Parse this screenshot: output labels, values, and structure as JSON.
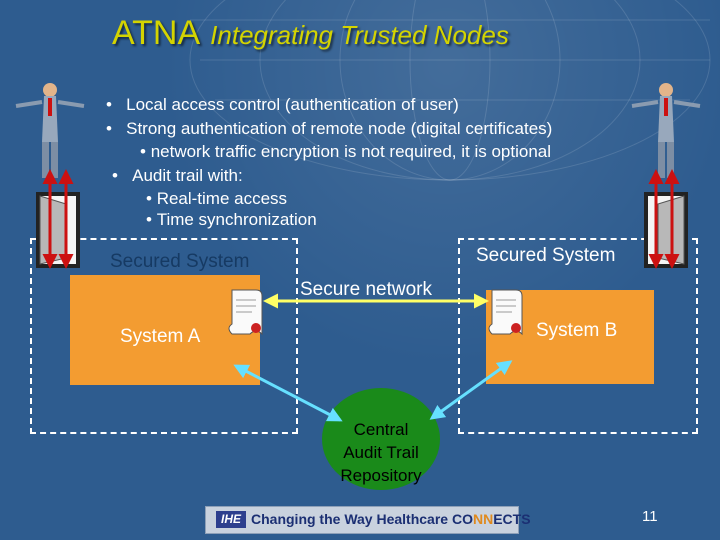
{
  "title": {
    "main": "ATNA",
    "sub": "Integrating Trusted Nodes"
  },
  "bullets": [
    {
      "marker": "•",
      "text": "Local access control (authentication of user)"
    },
    {
      "marker": "•",
      "text": "Strong authentication of remote node (digital certificates)"
    },
    {
      "marker": "•",
      "text": "network traffic encryption is not required, it is optional"
    },
    {
      "marker": "•",
      "text": "Audit trail with:"
    },
    {
      "marker": "•",
      "text": "Real-time access"
    },
    {
      "marker": "•",
      "text": "Time synchronization"
    }
  ],
  "diagram": {
    "secured_system_left": "Secured System",
    "secured_system_right": "Secured System",
    "system_a": "System A",
    "system_b": "System B",
    "secure_network": "Secure network",
    "repository_lines": [
      "Central",
      "Audit Trail",
      "Repository"
    ]
  },
  "footer": {
    "logo": "IHE",
    "text_before": "Changing the Way Healthcare CO",
    "text_highlight": "NN",
    "text_after": "ECTS"
  },
  "page_number": "11",
  "colors": {
    "background": "#2e5c8f",
    "title": "#d4d400",
    "system_box": "#f39c31",
    "repository": "#1a8a1a",
    "arrow_red": "#cc1111",
    "connector_yellow": "#ffff66",
    "connector_cyan": "#66e0ff",
    "footer_highlight": "#e08a1e"
  },
  "icons": [
    "man-icon",
    "door-icon",
    "certificate-scroll-icon",
    "double-arrow-icon"
  ]
}
